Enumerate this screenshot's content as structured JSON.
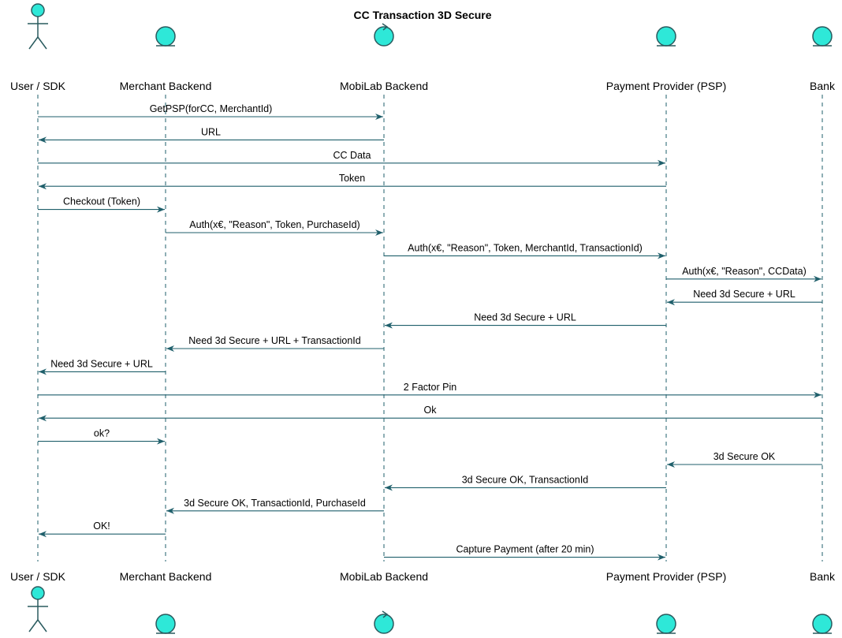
{
  "title": "CC Transaction 3D Secure",
  "colors": {
    "line": "#1f5f6b",
    "participant_fill": "#2ee8d8",
    "participant_stroke": "#2a5b5f"
  },
  "participants": [
    {
      "id": "user",
      "label": "User / SDK",
      "icon": "actor-icon"
    },
    {
      "id": "merchant",
      "label": "Merchant Backend",
      "icon": "entity-icon"
    },
    {
      "id": "mobilab",
      "label": "MobiLab Backend",
      "icon": "control-icon"
    },
    {
      "id": "psp",
      "label": "Payment Provider (PSP)",
      "icon": "entity-icon"
    },
    {
      "id": "bank",
      "label": "Bank",
      "icon": "entity-icon"
    }
  ],
  "messages": [
    {
      "from": "user",
      "to": "mobilab",
      "label": "GetPSP(forCC, MerchantId)"
    },
    {
      "from": "mobilab",
      "to": "user",
      "label": "URL"
    },
    {
      "from": "user",
      "to": "psp",
      "label": "CC Data"
    },
    {
      "from": "psp",
      "to": "user",
      "label": "Token"
    },
    {
      "from": "user",
      "to": "merchant",
      "label": "Checkout (Token)"
    },
    {
      "from": "merchant",
      "to": "mobilab",
      "label": "Auth(x€, \"Reason\", Token, PurchaseId)"
    },
    {
      "from": "mobilab",
      "to": "psp",
      "label": "Auth(x€, \"Reason\", Token, MerchantId, TransactionId)"
    },
    {
      "from": "psp",
      "to": "bank",
      "label": "Auth(x€, \"Reason\", CCData)"
    },
    {
      "from": "bank",
      "to": "psp",
      "label": "Need 3d Secure + URL"
    },
    {
      "from": "psp",
      "to": "mobilab",
      "label": "Need 3d Secure + URL"
    },
    {
      "from": "mobilab",
      "to": "merchant",
      "label": "Need 3d Secure + URL + TransactionId"
    },
    {
      "from": "merchant",
      "to": "user",
      "label": "Need 3d Secure + URL"
    },
    {
      "from": "user",
      "to": "bank",
      "label": "2 Factor Pin"
    },
    {
      "from": "bank",
      "to": "user",
      "label": "Ok"
    },
    {
      "from": "user",
      "to": "merchant",
      "label": "ok?"
    },
    {
      "from": "bank",
      "to": "psp",
      "label": "3d Secure OK"
    },
    {
      "from": "psp",
      "to": "mobilab",
      "label": "3d Secure OK, TransactionId"
    },
    {
      "from": "mobilab",
      "to": "merchant",
      "label": "3d Secure OK, TransactionId, PurchaseId"
    },
    {
      "from": "merchant",
      "to": "user",
      "label": "OK!"
    },
    {
      "from": "mobilab",
      "to": "psp",
      "label": "Capture Payment (after 20 min)"
    }
  ]
}
